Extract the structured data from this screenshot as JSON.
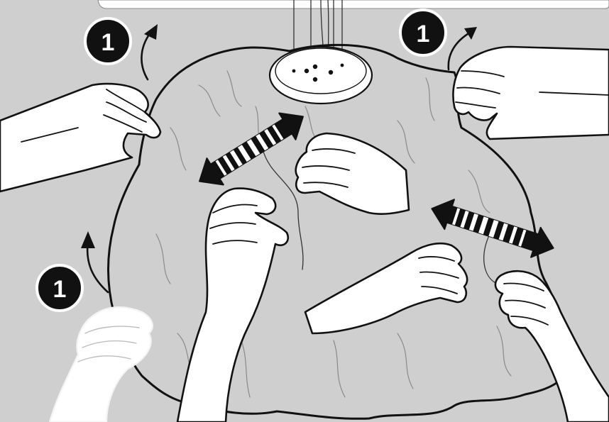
{
  "steps": [
    {
      "id": "top-left",
      "label": "1"
    },
    {
      "id": "top-right",
      "label": "1"
    },
    {
      "id": "bottom-left",
      "label": "1"
    }
  ],
  "colors": {
    "background": "#cfcfcf",
    "shade": "#ffffff",
    "outline": "#111111",
    "badge": "#111111"
  },
  "icons": {
    "rotate_arrow": "curved-up-arrow-icon",
    "stretch_arrow": "double-headed-striped-arrow-icon"
  }
}
